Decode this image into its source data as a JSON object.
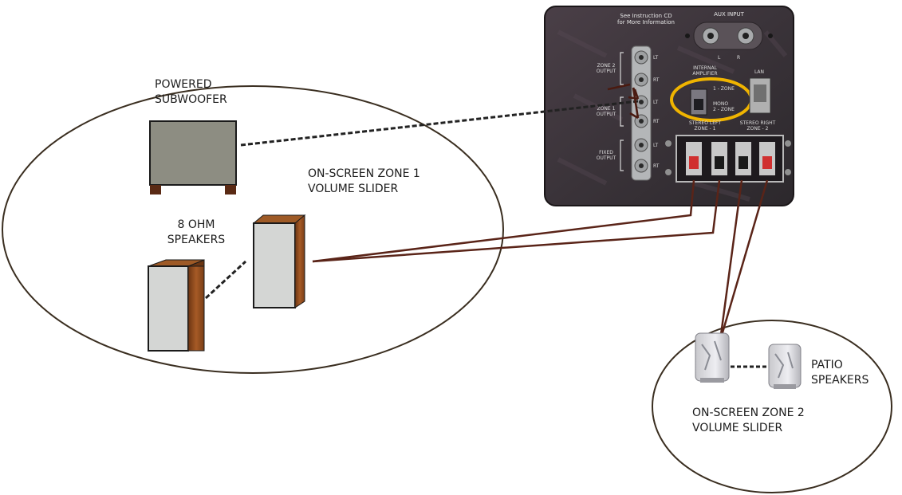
{
  "labels": {
    "subwoofer": [
      "POWERED",
      "SUBWOOFER"
    ],
    "zone1": [
      "ON-SCREEN ZONE 1",
      "VOLUME SLIDER"
    ],
    "speakers": [
      "8 OHM",
      "SPEAKERS"
    ],
    "patio": [
      "PATIO",
      "SPEAKERS"
    ],
    "zone2": [
      "ON-SCREEN ZONE 2",
      "VOLUME SLIDER"
    ]
  },
  "panel": {
    "note": [
      "See Instruction CD",
      "for More Information"
    ],
    "aux_input": "AUX INPUT",
    "aux_l": "L",
    "aux_r": "R",
    "zone2_output": [
      "ZONE 2",
      "OUTPUT"
    ],
    "zone1_output": [
      "ZONE 1",
      "OUTPUT"
    ],
    "fixed_output": [
      "FIXED",
      "OUTPUT"
    ],
    "internal_amplifier": [
      "INTERNAL",
      "AMPLIFIER"
    ],
    "switch_top": "1 - ZONE",
    "switch_bottom": [
      "MONO",
      "2 - ZONE"
    ],
    "lan": "LAN",
    "stereo_left": [
      "STEREO LEFT",
      "ZONE - 1"
    ],
    "stereo_right": [
      "STEREO RIGHT",
      "ZONE - 2"
    ],
    "jack_labels": [
      "LT",
      "RT",
      "LT",
      "RT",
      "LT",
      "RT"
    ]
  },
  "colors": {
    "panel": "#3a353a",
    "highlight": "#f0b400",
    "wire": "#5a2418",
    "wood": "#8a4a1c",
    "speaker_face": "#d4d6d4",
    "subwoofer": "#8d8d82",
    "terminal_red": "#d03030"
  }
}
